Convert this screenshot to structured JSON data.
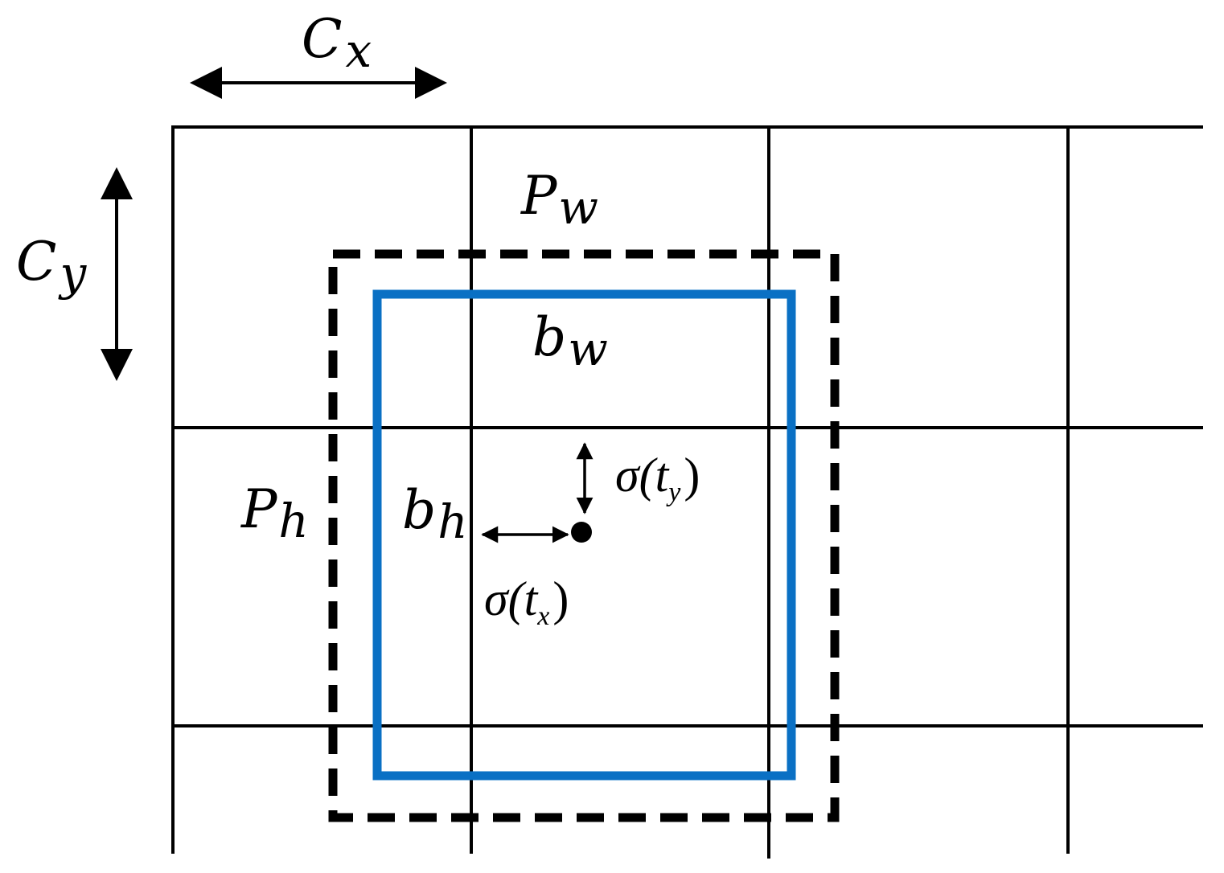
{
  "labels": {
    "cx": {
      "main": "C",
      "sub": "x"
    },
    "cy": {
      "main": "C",
      "sub": "y"
    },
    "pw": {
      "main": "P",
      "sub": "w"
    },
    "ph": {
      "main": "P",
      "sub": "h"
    },
    "bw": {
      "main": "b",
      "sub": "w"
    },
    "bh": {
      "main": "b",
      "sub": "h"
    },
    "sigma_ty": {
      "prefix": "σ(",
      "var": "t",
      "sub": "y",
      "suffix": ")"
    },
    "sigma_tx": {
      "prefix": "σ(",
      "var": "t",
      "sub": "x",
      "suffix": ")"
    }
  },
  "colors": {
    "grid": "#000000",
    "prior_box": "#000000",
    "predicted_box": "#0a70c4",
    "arrows": "#000000",
    "center_point": "#000000"
  },
  "styles": {
    "prior_box_stroke": "dashed",
    "predicted_box_stroke": "solid"
  }
}
